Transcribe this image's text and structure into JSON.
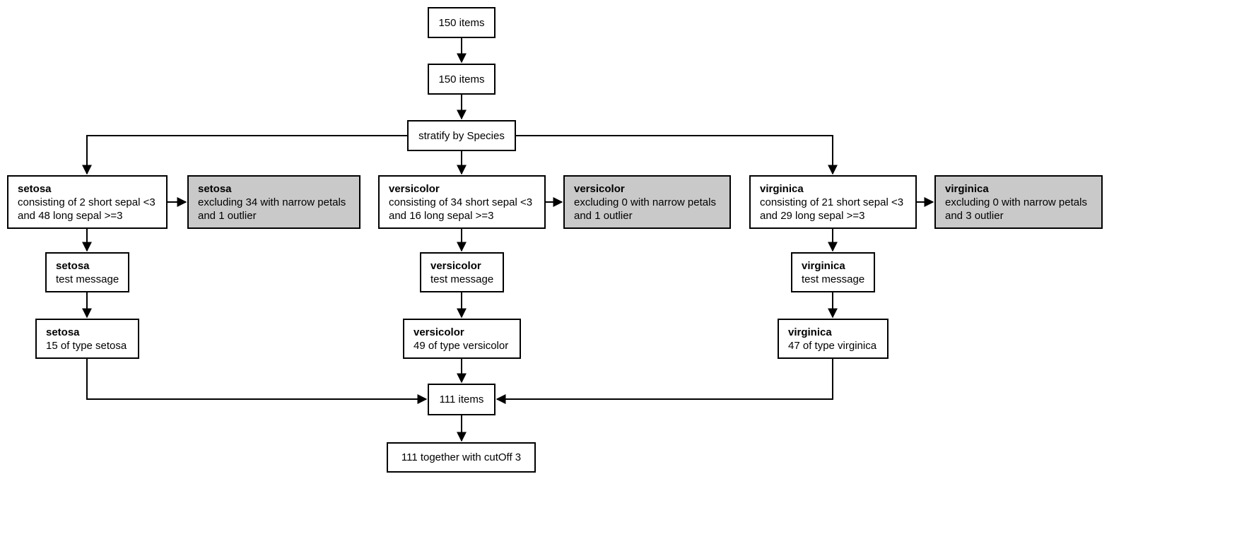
{
  "diagram": {
    "type": "flowchart",
    "colors": {
      "node_background": "#ffffff",
      "excluded_background": "#c9c9c9",
      "border": "#000000",
      "arrow": "#000000"
    },
    "nodes": {
      "source": {
        "label": "150 items"
      },
      "loaded": {
        "label": "150 items"
      },
      "stratify": {
        "label": "stratify by Species"
      },
      "combined": {
        "label": "111 items"
      },
      "cutoff": {
        "label": "111 together with cutOff 3"
      }
    },
    "branches": [
      {
        "species": "setosa",
        "consist": {
          "title": "setosa",
          "line1": "consisting of 2 short sepal <3",
          "line2": "and 48 long sepal >=3"
        },
        "excluded": {
          "title": "setosa",
          "line1": "excluding 34 with narrow petals",
          "line2": "and 1 outlier"
        },
        "test": {
          "title": "setosa",
          "line1": "test message"
        },
        "typed": {
          "title": "setosa",
          "line1": "15 of type setosa"
        }
      },
      {
        "species": "versicolor",
        "consist": {
          "title": "versicolor",
          "line1": "consisting of 34 short sepal <3",
          "line2": "and 16 long sepal >=3"
        },
        "excluded": {
          "title": "versicolor",
          "line1": "excluding 0 with narrow petals",
          "line2": "and 1 outlier"
        },
        "test": {
          "title": "versicolor",
          "line1": "test message"
        },
        "typed": {
          "title": "versicolor",
          "line1": "49 of type versicolor"
        }
      },
      {
        "species": "virginica",
        "consist": {
          "title": "virginica",
          "line1": "consisting of 21 short sepal <3",
          "line2": "and 29 long sepal >=3"
        },
        "excluded": {
          "title": "virginica",
          "line1": "excluding 0 with narrow petals",
          "line2": "and 3 outlier"
        },
        "test": {
          "title": "virginica",
          "line1": "test message"
        },
        "typed": {
          "title": "virginica",
          "line1": "47 of type virginica"
        }
      }
    ]
  }
}
